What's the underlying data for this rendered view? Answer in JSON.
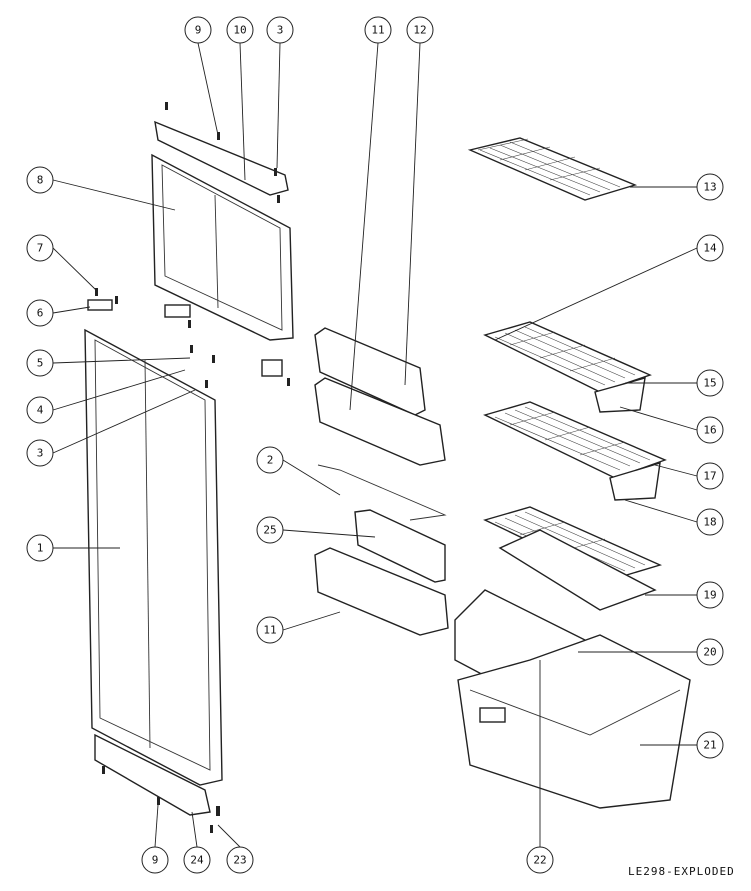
{
  "drawing": {
    "caption": "LE298-EXPLODED",
    "callouts": [
      "9",
      "10",
      "3",
      "11",
      "12",
      "8",
      "7",
      "6",
      "5",
      "4",
      "3",
      "1",
      "13",
      "14",
      "15",
      "16",
      "17",
      "18",
      "19",
      "20",
      "21",
      "2",
      "25",
      "11",
      "9",
      "24",
      "23",
      "22"
    ]
  }
}
